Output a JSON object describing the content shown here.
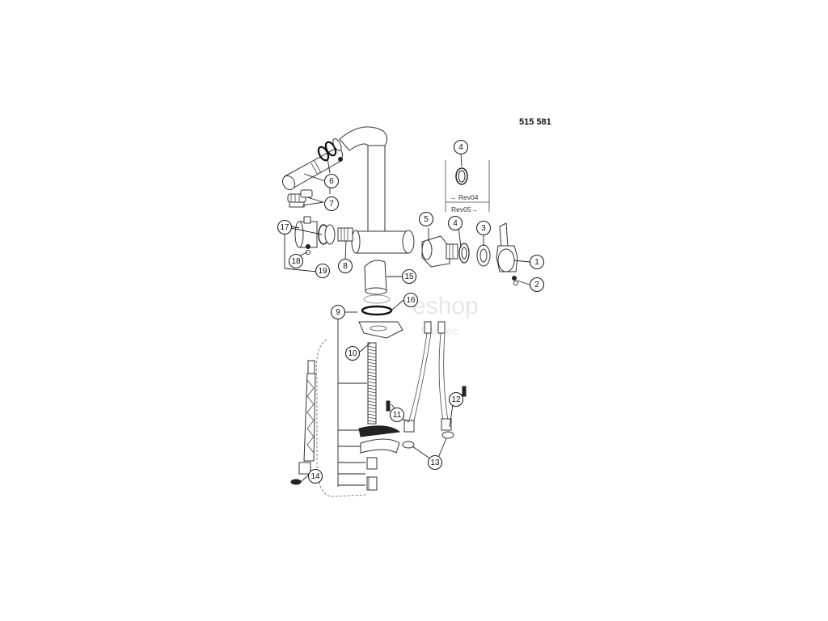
{
  "model_number": "515 581",
  "revision_box": {
    "upper": "→ Rev04",
    "lower": "Rev05→"
  },
  "callouts": [
    {
      "id": "c1",
      "number": "1"
    },
    {
      "id": "c2",
      "number": "2"
    },
    {
      "id": "c3",
      "number": "3"
    },
    {
      "id": "c4a",
      "number": "4"
    },
    {
      "id": "c4b",
      "number": "4"
    },
    {
      "id": "c5",
      "number": "5"
    },
    {
      "id": "c6",
      "number": "6"
    },
    {
      "id": "c7",
      "number": "7"
    },
    {
      "id": "c8",
      "number": "8"
    },
    {
      "id": "c9",
      "number": "9"
    },
    {
      "id": "c10",
      "number": "10"
    },
    {
      "id": "c11",
      "number": "11"
    },
    {
      "id": "c12",
      "number": "12"
    },
    {
      "id": "c13",
      "number": "13"
    },
    {
      "id": "c14",
      "number": "14"
    },
    {
      "id": "c15",
      "number": "15"
    },
    {
      "id": "c16",
      "number": "16"
    },
    {
      "id": "c17",
      "number": "17"
    },
    {
      "id": "c18",
      "number": "18"
    },
    {
      "id": "c19",
      "number": "19"
    }
  ],
  "watermark": {
    "line1": "eshop",
    "line2": "Sanitec"
  }
}
